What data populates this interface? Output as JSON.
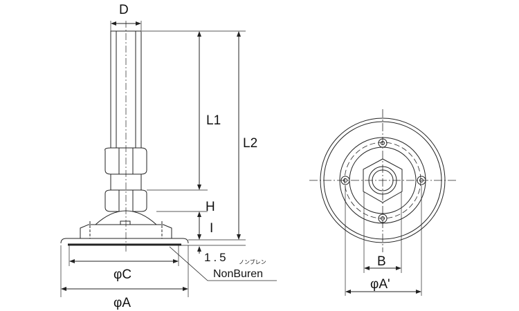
{
  "labels": {
    "d": "D",
    "l1": "L1",
    "l2": "L2",
    "h": "H",
    "i": "I",
    "thickness": "1.5",
    "pad_kana": "ノンブレン",
    "pad": "NonBuren",
    "phi_c": "φC",
    "phi_a": "φA",
    "b": "B",
    "phi_a_prime": "φA'"
  },
  "colors": {
    "line": "#222222",
    "background": "#ffffff"
  }
}
